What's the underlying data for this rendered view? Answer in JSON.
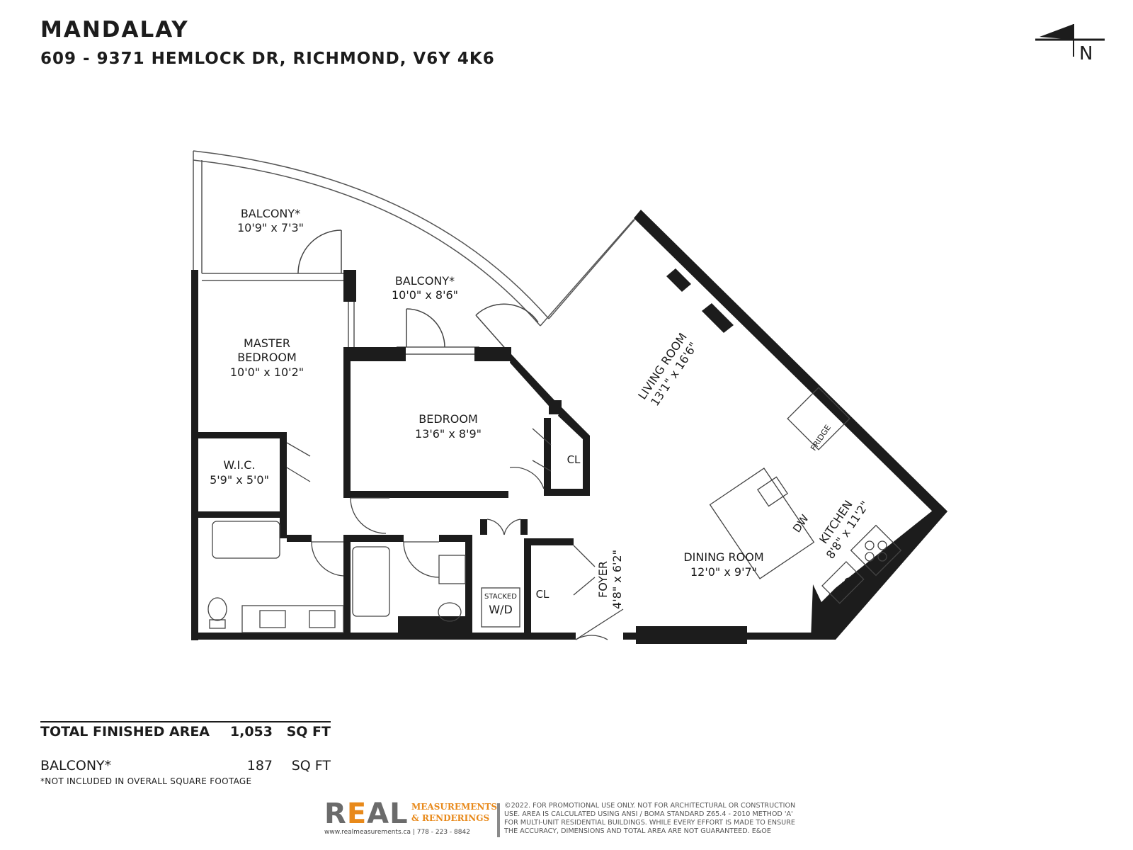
{
  "header": {
    "title": "MANDALAY",
    "address": "609 - 9371 HEMLOCK DR, RICHMOND, V6Y 4K6"
  },
  "compass": {
    "label": "N",
    "icon": "north-arrow-icon"
  },
  "rooms": {
    "balcony_west": {
      "name": "BALCONY*",
      "size": "10'9\" x 7'3\""
    },
    "balcony_east": {
      "name": "BALCONY*",
      "size": "10'0\" x 8'6\""
    },
    "master_bedroom": {
      "name_line1": "MASTER",
      "name_line2": "BEDROOM",
      "size": "10'0\" x 10'2\""
    },
    "bedroom": {
      "name": "BEDROOM",
      "size": "13'6\" x 8'9\""
    },
    "wic": {
      "name": "W.I.C.",
      "size": "5'9\" x 5'0\""
    },
    "living_room": {
      "name": "LIVING ROOM",
      "size": "13'1\" x 16'6\""
    },
    "dining_room": {
      "name": "DINING ROOM",
      "size": "12'0\" x 9'7\""
    },
    "kitchen": {
      "name": "KITCHEN",
      "size": "8'8\" x 11'2\""
    },
    "foyer": {
      "name": "FOYER",
      "size": "4'8\" x 6'2\""
    }
  },
  "fixtures": {
    "closet_bedroom": "CL",
    "closet_entry": "CL",
    "stacked_top": "STACKED",
    "stacked_bottom": "W/D",
    "fridge": "FRIDGE",
    "dishwasher": "DW",
    "wall_oven": "W/O"
  },
  "areas": {
    "total_label": "TOTAL FINISHED AREA",
    "total_value": "1,053",
    "total_unit": "SQ FT",
    "balcony_label": "BALCONY*",
    "balcony_value": "187",
    "balcony_unit": "SQ FT",
    "footnote": "*NOT INCLUDED IN OVERALL SQUARE FOOTAGE"
  },
  "footer": {
    "logo_text_part1": "R",
    "logo_text_part2": "E",
    "logo_text_part3": "AL",
    "logo_line1": "MEASUREMENTS",
    "logo_line2": "& RENDERINGS",
    "contact": "www.realmeasurements.ca | 778 - 223 - 8842",
    "disclaimer": "©2022. FOR PROMOTIONAL USE ONLY. NOT FOR ARCHITECTURAL OR CONSTRUCTION USE. AREA IS CALCULATED USING ANSI / BOMA STANDARD Z65.4 - 2010 METHOD 'A' FOR MULTI-UNIT RESIDENTIAL BUILDINGS. WHILE EVERY EFFORT IS MADE TO ENSURE THE ACCURACY, DIMENSIONS AND TOTAL AREA ARE NOT GUARANTEED. E&OE"
  },
  "colors": {
    "wall": "#1c1c1c",
    "accent": "#e8891a",
    "logo_grey": "#6b6b6b"
  }
}
